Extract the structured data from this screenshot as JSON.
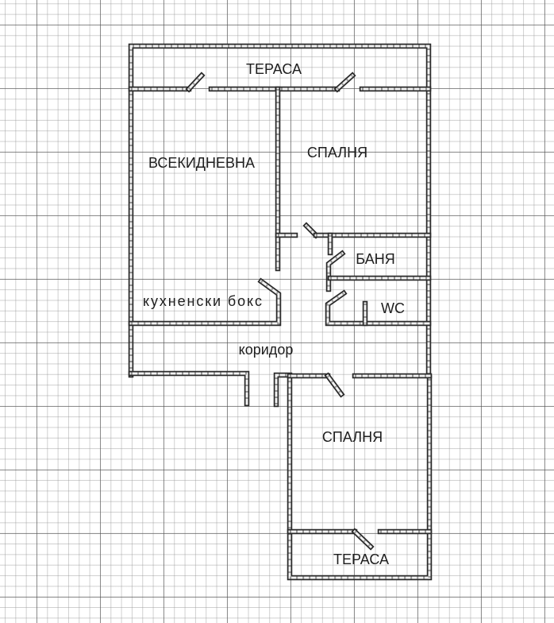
{
  "plan": {
    "rooms": {
      "terrace_top": "ТЕРАСА",
      "living_room": "ВСЕКИДНЕВНА",
      "bedroom_top": "СПАЛНЯ",
      "bathroom": "БАНЯ",
      "wc": "WC",
      "kitchenette": "кухненски бокс",
      "corridor": "коридор",
      "bedroom_bottom": "СПАЛНЯ",
      "terrace_bottom": "ТЕРАСА"
    },
    "colors": {
      "wall": "#2a2a2a",
      "wall_fill": "#f2f2f2",
      "text": "#1e1e1e"
    }
  }
}
